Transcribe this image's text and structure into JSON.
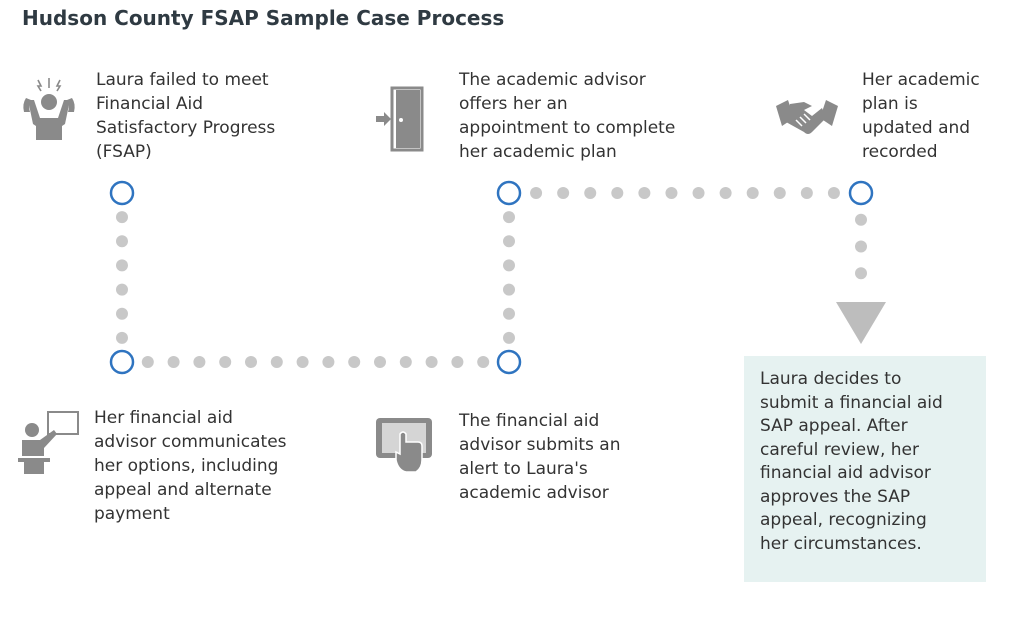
{
  "title": "Hudson County FSAP Sample Case Process",
  "steps": [
    {
      "id": "step-1",
      "text": "Laura failed to meet\nFinancial Aid\nSatisfactory Progress\n(FSAP)",
      "icon": "frustrated-person-icon"
    },
    {
      "id": "step-2",
      "text": "Her financial aid\nadvisor communicates\nher options, including\nappeal and alternate\npayment",
      "icon": "presenter-icon"
    },
    {
      "id": "step-3",
      "text": "The financial aid\nadvisor submits an\nalert to Laura's\nacademic advisor",
      "icon": "touchscreen-icon"
    },
    {
      "id": "step-4",
      "text": "The academic advisor\noffers her an\nappointment to complete\nher academic plan",
      "icon": "door-enter-icon"
    },
    {
      "id": "step-5",
      "text": "Her academic\nplan is\nupdated and\nrecorded",
      "icon": "handshake-icon"
    }
  ],
  "outcome": "Laura decides to\nsubmit a financial aid\nSAP appeal. After\ncareful review, her\nfinancial aid advisor\napproves the SAP\nappeal, recognizing\nher circumstances.",
  "colors": {
    "node": "#2f74c0",
    "dot": "#c8c8c8",
    "icon": "#8a8a8a",
    "box": "#e6f2f1",
    "arrow": "#bdbdbd"
  }
}
